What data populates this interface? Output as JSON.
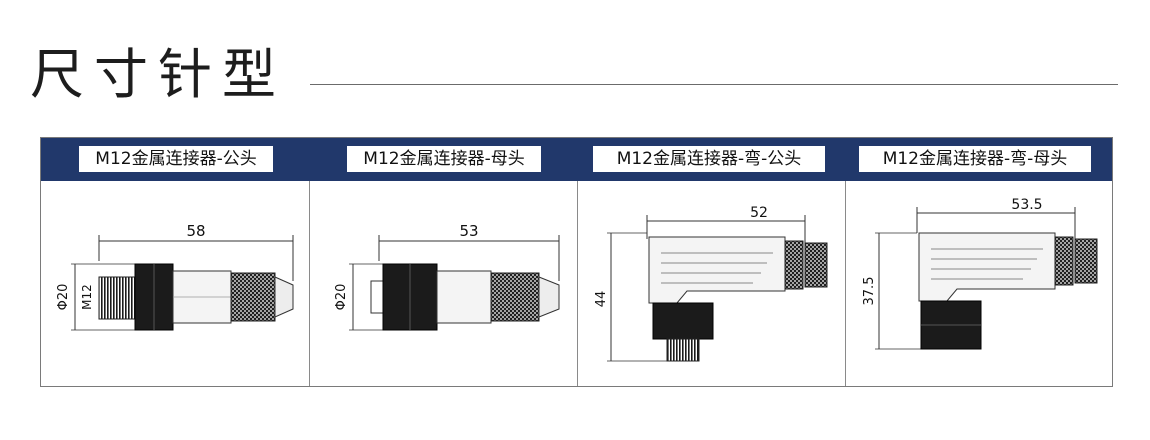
{
  "page": {
    "title": "尺寸针型"
  },
  "columns": [
    {
      "header": "M12金属连接器-公头",
      "length_label": "58",
      "diameter_label": "Φ20",
      "thread_label": "M12"
    },
    {
      "header": "M12金属连接器-母头",
      "length_label": "53",
      "diameter_label": "Φ20"
    },
    {
      "header": "M12金属连接器-弯-公头",
      "length_label": "52",
      "height_label": "44"
    },
    {
      "header": "M12金属连接器-弯-母头",
      "length_label": "53.5",
      "height_label": "37.5"
    }
  ],
  "colors": {
    "header_bar": "#21386b",
    "line": "#333333"
  }
}
